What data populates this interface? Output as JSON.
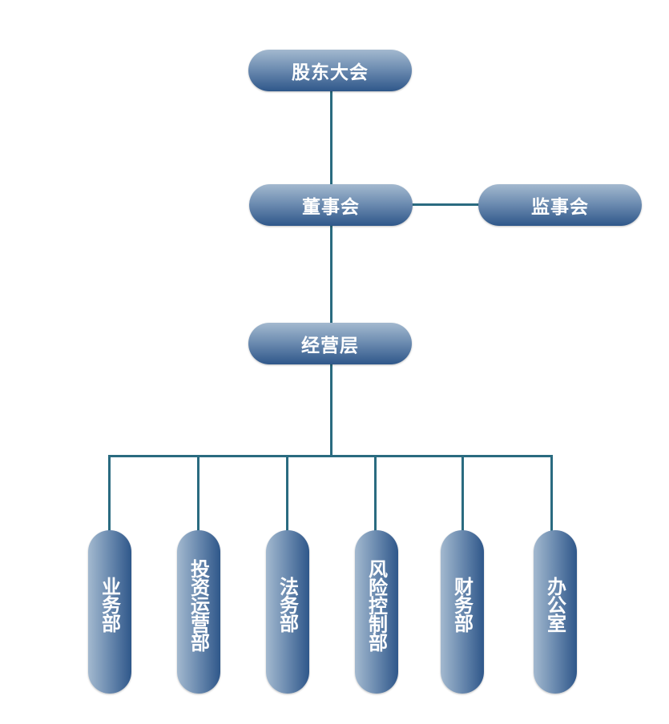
{
  "nodes": {
    "shareholders_meeting": "股东大会",
    "board_of_directors": "董事会",
    "supervisory_board": "监事会",
    "management": "经营层"
  },
  "departments": [
    "业务部",
    "投资运营部",
    "法务部",
    "风险控制部",
    "财务部",
    "办公室"
  ]
}
